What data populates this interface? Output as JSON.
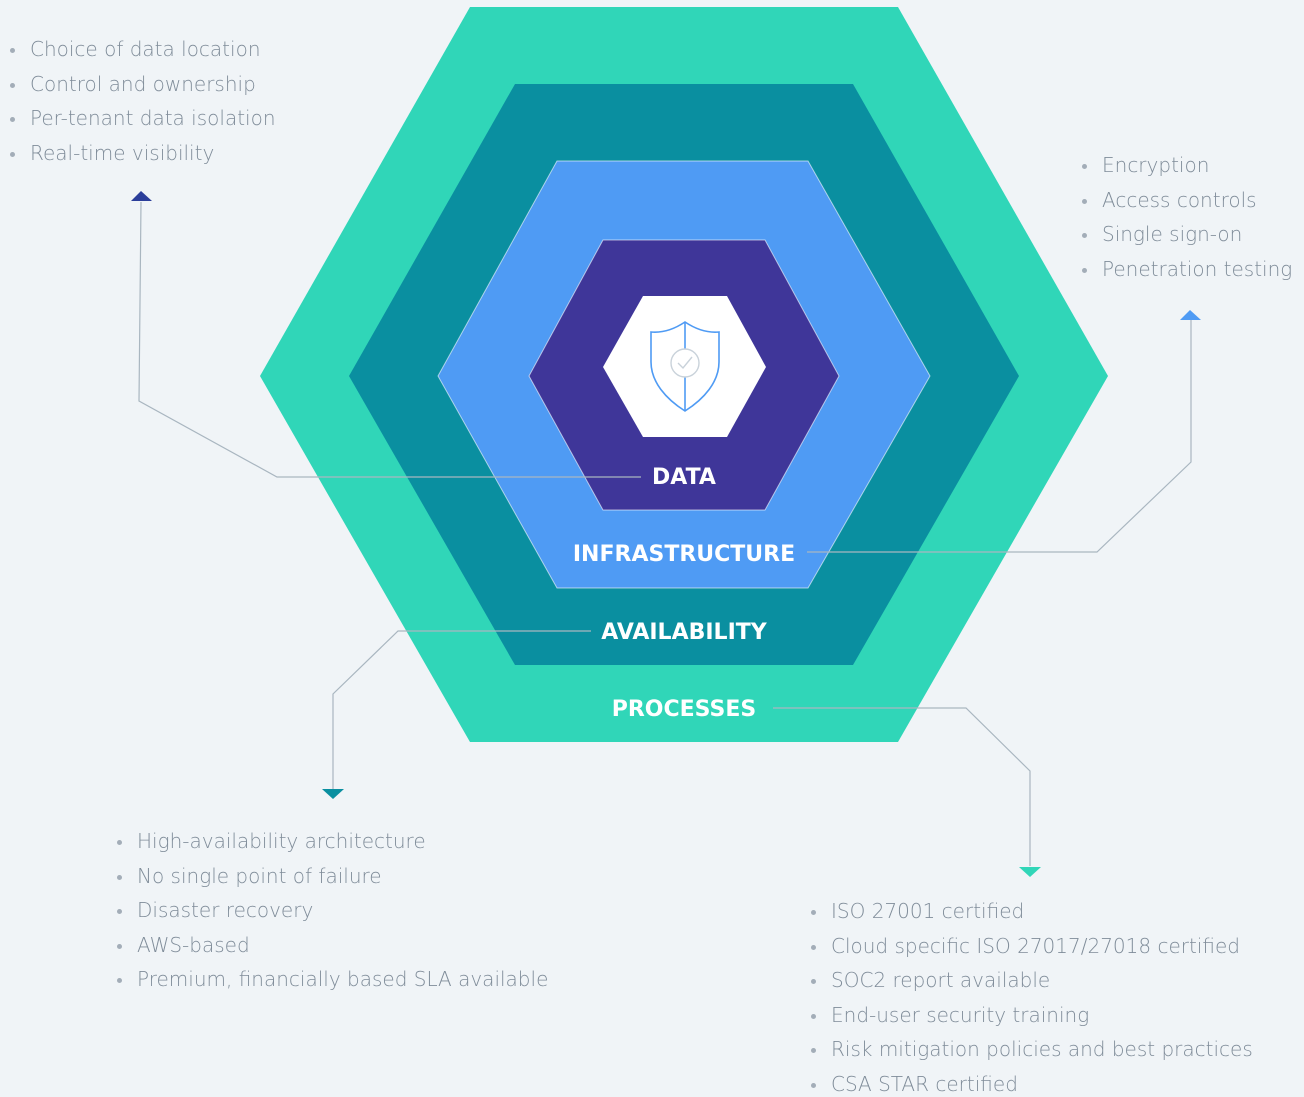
{
  "layers": {
    "processes": {
      "label": "PROCESSES",
      "color": "#30d6b8"
    },
    "availability": {
      "label": "AVAILABILITY",
      "color": "#0a8fa0"
    },
    "infrastructure": {
      "label": "INFRASTRUCTURE",
      "color": "#4f9bf4"
    },
    "data": {
      "label": "DATA",
      "color": "#3f3699"
    }
  },
  "center": {
    "icon": "shield-check-icon",
    "color": "#4f9bf4"
  },
  "lists": {
    "data": [
      "Choice of data location",
      "Control and ownership",
      "Per-tenant data isolation",
      "Real-time visibility"
    ],
    "infrastructure": [
      "Encryption",
      "Access controls",
      "Single sign-on",
      "Penetration testing"
    ],
    "availability": [
      "High-availability architecture",
      "No single point of failure",
      "Disaster recovery",
      "AWS-based",
      "Premium, financially based SLA available"
    ],
    "processes": [
      "ISO 27001 certified",
      "Cloud specific ISO 27017/27018 certified",
      "SOC2 report available",
      "End-user security training",
      "Risk mitigation policies and best practices",
      "CSA STAR certified"
    ]
  },
  "connector_color": "#a9b6c0"
}
